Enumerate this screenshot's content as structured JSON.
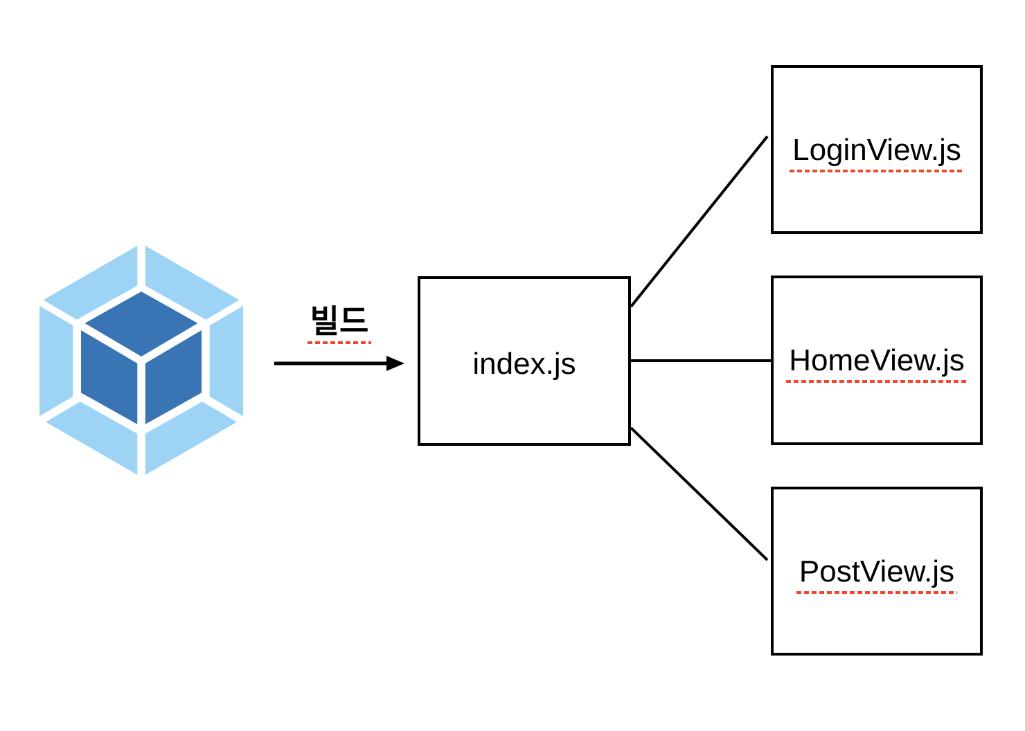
{
  "diagram": {
    "build_label": "빌드",
    "entry": {
      "label": "index.js"
    },
    "outputs": [
      {
        "label": "LoginView.js"
      },
      {
        "label": "HomeView.js"
      },
      {
        "label": "PostView.js"
      }
    ]
  },
  "icons": {
    "source": "webpack-logo",
    "flow": "right-arrow"
  },
  "colors": {
    "background": "#ffffff",
    "line": "#000000",
    "spellcheck-red": "#f1462d",
    "logo-light": "#9dd3f5",
    "logo-dark": "#3975b5"
  }
}
